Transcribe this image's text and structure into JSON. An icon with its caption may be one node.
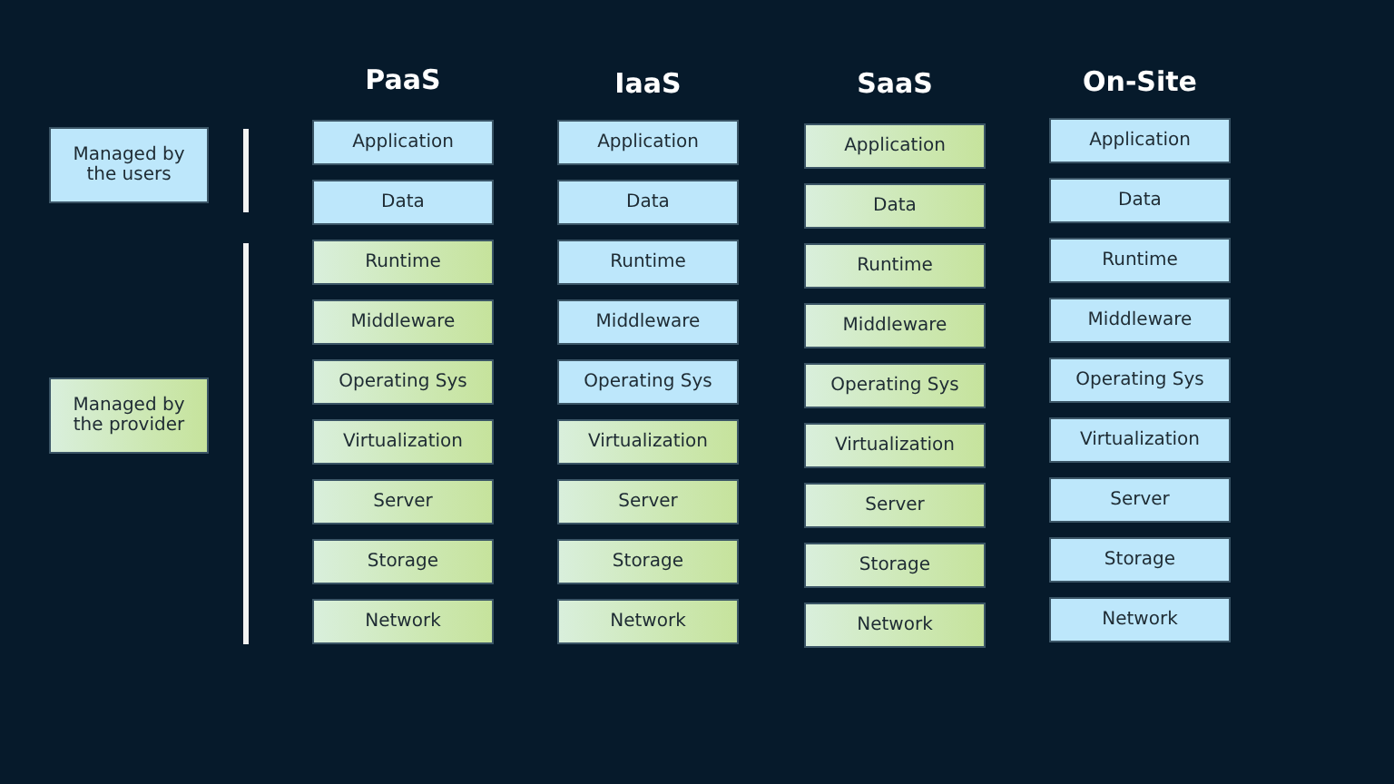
{
  "diagram": {
    "nodes": [
      {
        "text": [
          "Application"
        ]
      },
      {
        "text": [
          "Data"
        ]
      },
      {
        "text": [
          "Runtime"
        ]
      },
      {
        "text": [
          "Middleware"
        ]
      },
      {
        "text": [
          "Operating Sys"
        ]
      },
      {
        "text": [
          "Virtualization"
        ]
      },
      {
        "text": [
          "Server"
        ]
      },
      {
        "text": [
          "Storage"
        ]
      },
      {
        "text": [
          "Network"
        ]
      },
      {
        "text": [
          "Application"
        ]
      },
      {
        "text": [
          "Data"
        ]
      },
      {
        "text": [
          "Runtime"
        ]
      },
      {
        "text": [
          "Middleware"
        ]
      },
      {
        "text": [
          "Operating Sys"
        ]
      },
      {
        "text": [
          "Virtualization"
        ]
      },
      {
        "text": [
          "Server"
        ]
      },
      {
        "text": [
          "Storage"
        ]
      },
      {
        "text": [
          "Network"
        ]
      },
      {
        "text": [
          "Application"
        ]
      },
      {
        "text": [
          "Data"
        ]
      },
      {
        "text": [
          "Runtime"
        ]
      },
      {
        "text": [
          "Middleware"
        ]
      },
      {
        "text": [
          "Operating Sys"
        ]
      },
      {
        "text": [
          "Virtualization"
        ]
      },
      {
        "text": [
          "Server"
        ]
      },
      {
        "text": [
          "Storage"
        ]
      },
      {
        "text": [
          "Network"
        ]
      },
      {
        "text": [
          "Application"
        ]
      },
      {
        "text": [
          "Data"
        ]
      },
      {
        "text": [
          "Runtime"
        ]
      },
      {
        "text": [
          "Middleware"
        ]
      },
      {
        "text": [
          "Operating Sys"
        ]
      },
      {
        "text": [
          "Virtualization"
        ]
      },
      {
        "text": [
          "Server"
        ]
      },
      {
        "text": [
          "Storage"
        ]
      },
      {
        "text": [
          "Network"
        ]
      }
    ],
    "labels": [
      "PaaS",
      "IaaS",
      "SaaS",
      "On-Site"
    ],
    "legend": [
      {
        "text": "Managed by the users",
        "color": "#bde7fb"
      },
      {
        "text": "Managed by the provider",
        "color": "#cde8b4"
      }
    ]
  }
}
